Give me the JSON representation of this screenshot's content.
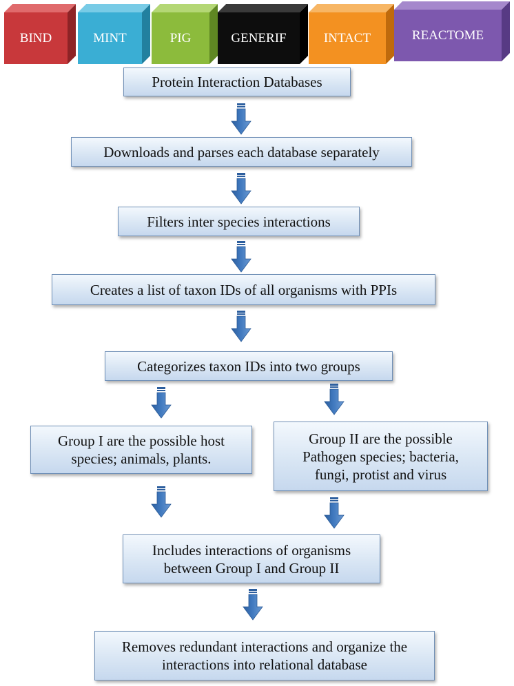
{
  "databases": [
    {
      "label": "BIND",
      "color": "#c8383b",
      "top": "#e06a6c",
      "side": "#8e2326"
    },
    {
      "label": "MINT",
      "color": "#3aaed4",
      "top": "#78cbe6",
      "side": "#22809f"
    },
    {
      "label": "PIG",
      "color": "#8cbb3c",
      "top": "#b4d775",
      "side": "#5f8723"
    },
    {
      "label": "GENERIF",
      "color": "#0d0d0d",
      "top": "#3a3a3a",
      "side": "#000000"
    },
    {
      "label": "INTACT",
      "color": "#f39121",
      "top": "#f7b665",
      "side": "#bf6a0c"
    },
    {
      "label": "REACTOME",
      "color": "#7d58ae",
      "top": "#a588cc",
      "side": "#573a84"
    }
  ],
  "steps": {
    "s1": "Protein Interaction Databases",
    "s2": "Downloads and parses each database separately",
    "s3": "Filters inter species interactions",
    "s4": "Creates a list of taxon IDs of all organisms with PPIs",
    "s5": "Categorizes  taxon IDs into two groups",
    "group1": "Group I are the possible host species; animals, plants.",
    "group2": "Group II are the possible Pathogen species; bacteria, fungi, protist and virus",
    "s6": "Includes interactions of organisms between Group I and Group II",
    "s7": "Removes redundant interactions and organize the interactions into relational database"
  },
  "colors": {
    "arrow": "#3f78be",
    "box_border": "#6f8fb6"
  }
}
